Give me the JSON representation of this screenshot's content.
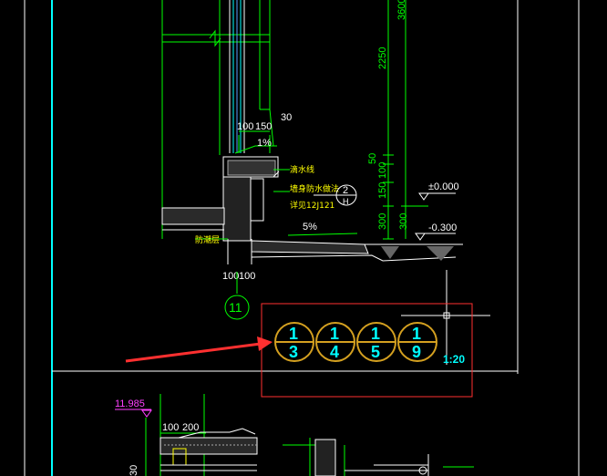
{
  "viewport": {
    "background": "#000000"
  },
  "colors": {
    "white": "#ffffff",
    "green": "#00ff00",
    "cyan": "#00ffff",
    "magenta": "#ff40ff",
    "yellow": "#ffff00",
    "red": "#ff3030",
    "callout": "#d4a020",
    "grey": "#b0b0b0"
  },
  "dimensions": {
    "d3600": "3600",
    "d2250": "2250",
    "d50": "50",
    "d100v": "100",
    "d150v": "150",
    "d300a": "300",
    "d300b": "300",
    "d100h": "100",
    "d150h": "150",
    "d30": "30",
    "slope1": "1%",
    "slope2": "5%",
    "bottom100a": "100",
    "bottom100b": "100"
  },
  "elevations": {
    "zero": "±0.000",
    "minus300": "-0.300",
    "e11985": "11.985"
  },
  "notes": {
    "drip": "滴水线",
    "waterproof_line1": "墙身防水做法",
    "waterproof_line2": "详见12J121",
    "moisture": "防潮层"
  },
  "detail_marker": {
    "top": "2",
    "bottom": "H"
  },
  "axis_bubble": "11",
  "lower_dims": {
    "d100": "100",
    "d200": "200",
    "d30": "30"
  },
  "callouts": [
    {
      "top": "1",
      "bottom": "3"
    },
    {
      "top": "1",
      "bottom": "4"
    },
    {
      "top": "1",
      "bottom": "5"
    },
    {
      "top": "1",
      "bottom": "9"
    }
  ],
  "scale_label": "1:20"
}
